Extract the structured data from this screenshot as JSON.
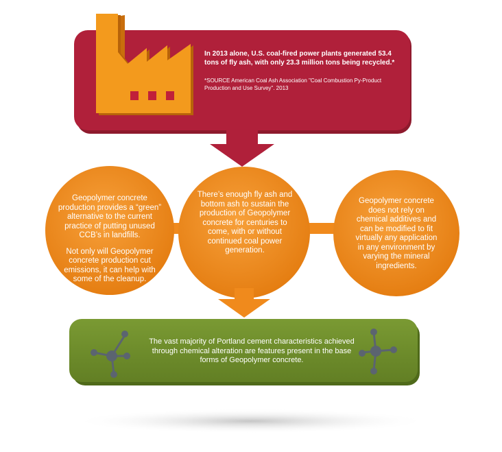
{
  "banner": {
    "main_text": "In 2013 alone, U.S. coal-fired power plants generated 53.4 tons of fly ash, with only 23.3 million tons being recycled.*",
    "source_text": "*SOURCE American Coal Ash Association \"Coal Combustion Py-Product  Production and Use Survey\". 2013"
  },
  "circles": [
    {
      "paragraphs": [
        "Geopolymer concrete production provides a “green” alternative  to the current practice of putting unused CCB’s in landfills.",
        "Not only will Geopolymer concrete production cut emissions, it can help with some of the cleanup."
      ]
    },
    {
      "paragraphs": [
        "There’s enough fly ash and bottom ash to sustain the production of Geopolymer concrete for centuries to come, with or without continued coal power generation."
      ]
    },
    {
      "paragraphs": [
        "Geopolymer concrete does not rely on chemical additives and can be modified to fit virtually any application in any environment by varying the mineral ingredients."
      ]
    }
  ],
  "green_box": {
    "text": "The vast majority of Portland cement characteristics achieved through chemical alteration are features present in the base forms of Geopolymer concrete."
  },
  "icons": {
    "factory": "factory-icon",
    "molecule": "molecule-icon",
    "arrow": "down-arrow-icon"
  },
  "colors": {
    "banner_red": "#b0203a",
    "orange": "#f08a1c",
    "factory_orange": "#f39a1d",
    "green": "#6e8e2c",
    "molecule_gray": "#5b6470"
  }
}
